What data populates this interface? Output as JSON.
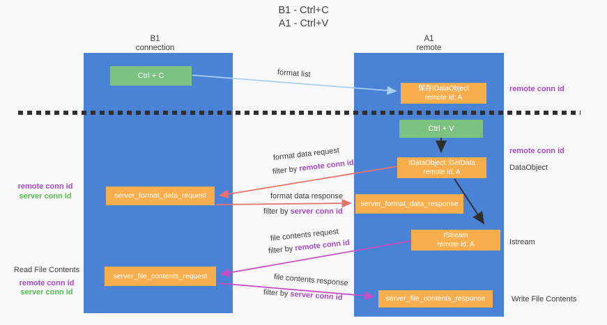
{
  "title": {
    "line1": "B1 - Ctrl+C",
    "line2": "A1 - Ctrl+V"
  },
  "columns": {
    "left": {
      "name": "B1",
      "role": "connection"
    },
    "right": {
      "name": "A1",
      "role": "remote"
    }
  },
  "nodes": {
    "ctrl_c": "Ctrl + C",
    "ctrl_v": "Ctrl + V",
    "save_idataobject": {
      "line1": "保存IDataObject",
      "line2": "remote id: A"
    },
    "getdata": {
      "line1": "IDataObject::GetData",
      "line2": "remote id: A"
    },
    "istream": {
      "line1": "IStream",
      "line2": "remote id: A"
    },
    "server_format_data_request": "server_format_data_request",
    "server_format_data_response": "server_format_data_response",
    "server_file_contents_request": "server_file_contents_request",
    "server_file_contents_response": "server_file_contents_response"
  },
  "arrow_labels": {
    "format_list": "format list",
    "format_data_request": "format data request",
    "format_data_response": "format data response",
    "file_contents_request": "file contents request",
    "file_contents_response": "file contents response",
    "filter_prefix": "filter by ",
    "remote_conn_id": "remote conn id",
    "server_conn_id": "server conn id"
  },
  "side_labels": {
    "remote_conn_id": "remote conn id",
    "server_conn_id": "server conn id",
    "dataobject": "DataObject",
    "istream": "Istream",
    "read_file_contents": "Read File Contents",
    "write_file_contents": "Write File Contents"
  },
  "colors": {
    "column_blue": "#4a82d6",
    "node_green": "#7cc282",
    "node_orange": "#f8ae4c",
    "arrow_salmon": "#e8736d",
    "arrow_magenta": "#c74ec4",
    "arrow_lightblue": "#a8d0f0",
    "label_purple": "#a34bc4",
    "label_green": "#55b84f",
    "dashed_line": "#2f2f2f"
  }
}
